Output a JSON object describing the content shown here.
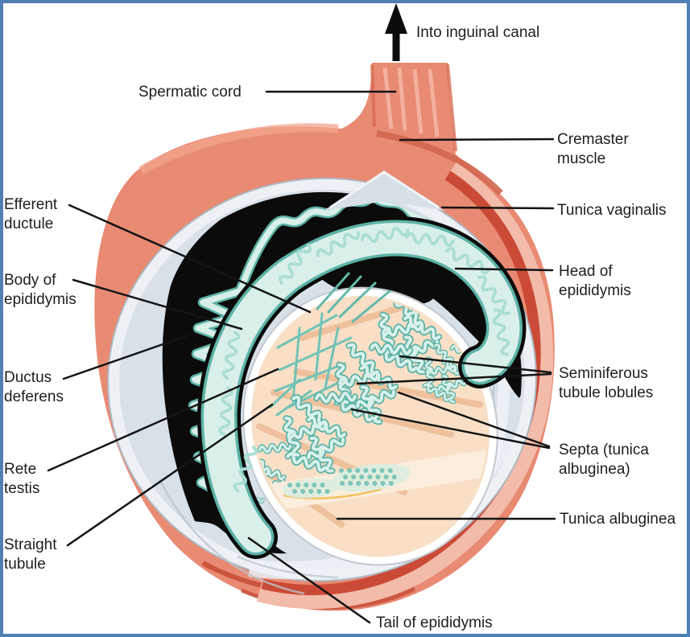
{
  "figure": {
    "subject": "Anatomy of the testis and scrotum (sagittal section)"
  },
  "labels": {
    "into_inguinal_canal": "Into inguinal canal",
    "spermatic_cord": "Spermatic cord",
    "cremaster_muscle": "Cremaster muscle",
    "tunica_vaginalis": "Tunica vaginalis",
    "head_of_epididymis": "Head of epididymis",
    "seminiferous_tubule_lobules": "Seminiferous tubule lobules",
    "septa_tunica_albuginea": "Septa (tunica albuginea)",
    "tunica_albuginea": "Tunica albuginea",
    "tail_of_epididymis": "Tail of epididymis",
    "efferent_ductule": "Efferent ductule",
    "body_of_epididymis": "Body of epididymis",
    "ductus_deferens": "Ductus deferens",
    "rete_testis": "Rete testis",
    "straight_tubule": "Straight tubule"
  },
  "palette": {
    "frame_border": "#4f80b4",
    "muscle_salmon": "#e98a72",
    "muscle_red": "#cb4a36",
    "serous_gray": "#d8e0e8",
    "cavity_black": "#0b0b0b",
    "duct_teal": "#5cb3a6",
    "duct_teal_light": "#d9efe9",
    "testis_peach": "#f8dfc6",
    "septa_tan": "#eec19c",
    "label_text": "#1e1e1e"
  }
}
